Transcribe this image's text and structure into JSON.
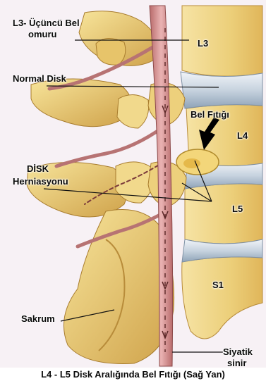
{
  "labels": {
    "l3_vertebra_line1": "L3- Üçüncü Bel",
    "l3_vertebra_line2": "omuru",
    "l3": "L3",
    "normal_disc": "Normal Disk",
    "bel_fitigi": "Bel Fıtığı",
    "l4": "L4",
    "disk_herniation_line1": "DİSK",
    "disk_herniation_line2": "Herniasyonu",
    "l5": "L5",
    "s1": "S1",
    "sakrum": "Sakrum",
    "sciatic_line1": "Siyatik",
    "sciatic_line2": "sinir"
  },
  "caption": "L4 - L5 Disk Aralığında Bel Fıtığı (Sağ Yan)",
  "colors": {
    "background": "#f7f1f5",
    "bone_light": "#f5e6a0",
    "bone_mid": "#e8c766",
    "bone_dark": "#c99a2e",
    "disc": "#dfe4ea",
    "disc_shadow": "#9fb0c2",
    "nerve": "#d99c9c",
    "nerve_dark": "#a85d5d",
    "herniation": "#f3d97a",
    "line": "#111111",
    "arrow": "#000000"
  }
}
